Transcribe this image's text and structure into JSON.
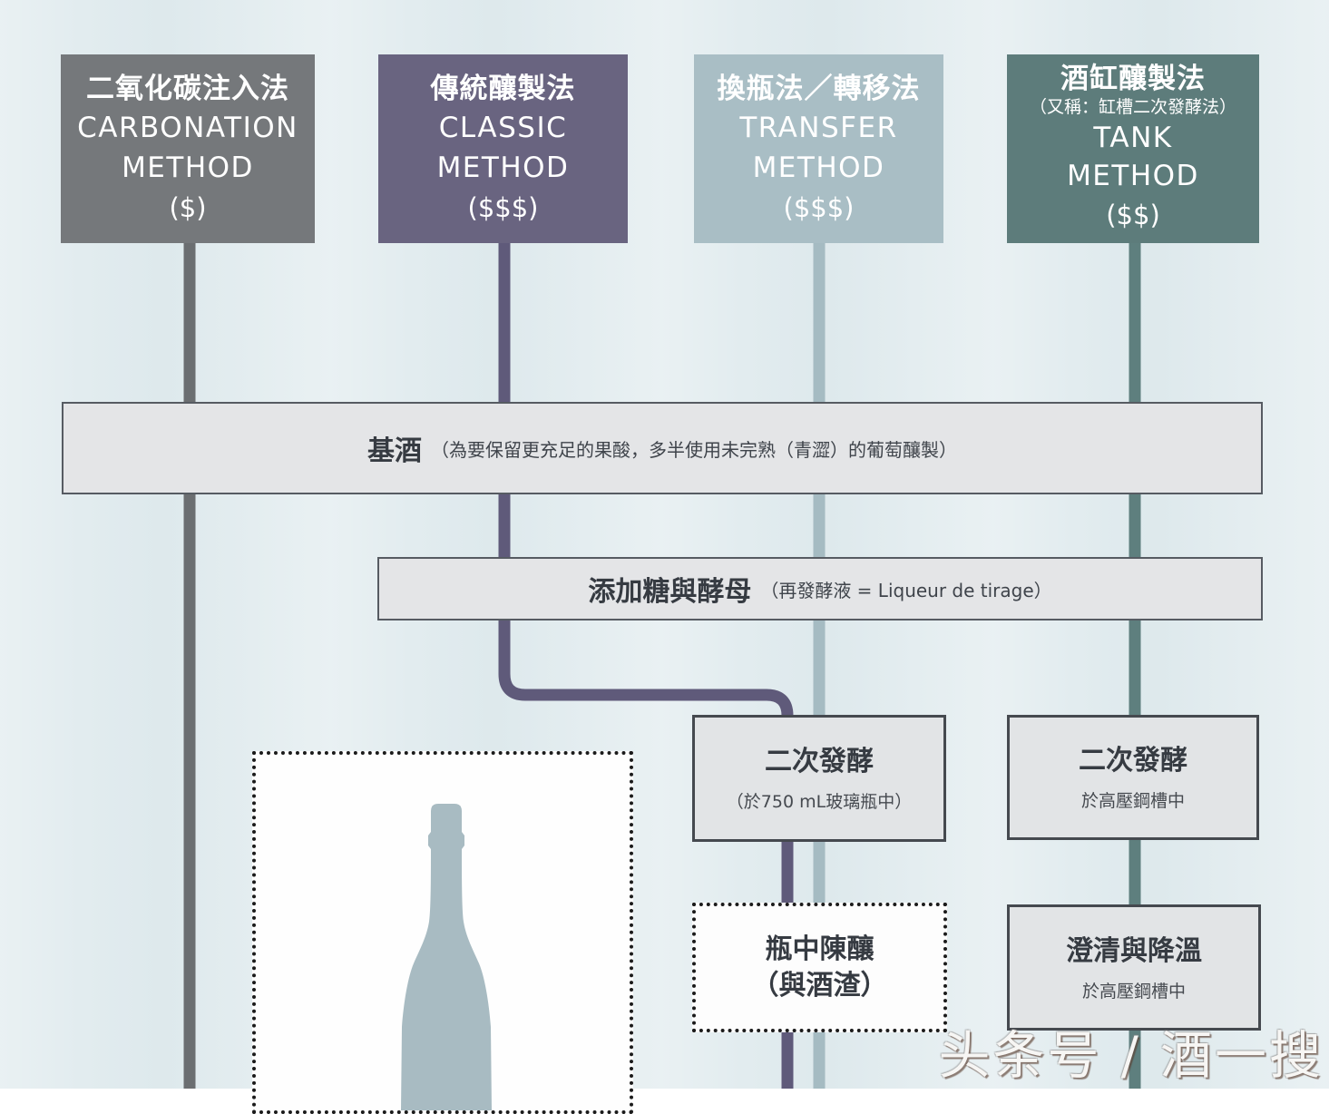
{
  "methods": [
    {
      "name_zh": "二氧化碳注入法",
      "name_en": "CARBONATION",
      "method_word": "METHOD",
      "cost": "($)",
      "box_color": "#75787b",
      "line_color": "#6b6e71"
    },
    {
      "name_zh": "傳統釀製法",
      "name_en": "CLASSIC",
      "method_word": "METHOD",
      "cost": "($$$)",
      "box_color": "#696480",
      "line_color": "#5f5a7a"
    },
    {
      "name_zh": "換瓶法／轉移法",
      "name_en": "TRANSFER",
      "method_word": "METHOD",
      "cost": "($$$)",
      "box_color": "#a9bec5",
      "line_color": "#a5bbc2"
    },
    {
      "name_zh": "酒缸釀製法",
      "alias_zh": "（又稱：缸槽二次發酵法）",
      "name_en": "TANK",
      "method_word": "METHOD",
      "cost": "($$)",
      "box_color": "#5d7c7b",
      "line_color": "#5e7f7e"
    }
  ],
  "steps": {
    "base_wine": {
      "label": "基酒",
      "note": "（為要保留更充足的果酸，多半使用未完熟（青澀）的葡萄釀製）"
    },
    "tirage": {
      "label": "添加糖與酵母",
      "note": "（再發酵液 = Liqueur de tirage）"
    },
    "secondary_bottle": {
      "label": "二次發酵",
      "note": "（於750 mL玻璃瓶中）"
    },
    "secondary_tank": {
      "label": "二次發酵",
      "note": "於高壓鋼槽中"
    },
    "bottle_aging": {
      "label": "瓶中陳釀",
      "note": "（與酒渣）"
    },
    "clarify": {
      "label": "澄清與降溫",
      "note": "於高壓鋼槽中"
    }
  },
  "watermark": "头条号 / 酒一搜",
  "colors": {
    "background": "#e2ecef",
    "bar_fill": "#e4e5e7",
    "bar_border": "#565b62",
    "box_fill": "#e2e4e6",
    "box_border": "#45494f",
    "dotted_fill": "#fdfdfd",
    "dotted_border": "#1b1b1b",
    "line_gray": "#6b6e71",
    "line_purple": "#5f5a7a",
    "line_lightblue": "#a5bbc2",
    "line_teal": "#5e7f7e",
    "bottle": "#a8bbc2",
    "text_dark": "#363b42",
    "watermark_color": "#f7f6f4"
  }
}
